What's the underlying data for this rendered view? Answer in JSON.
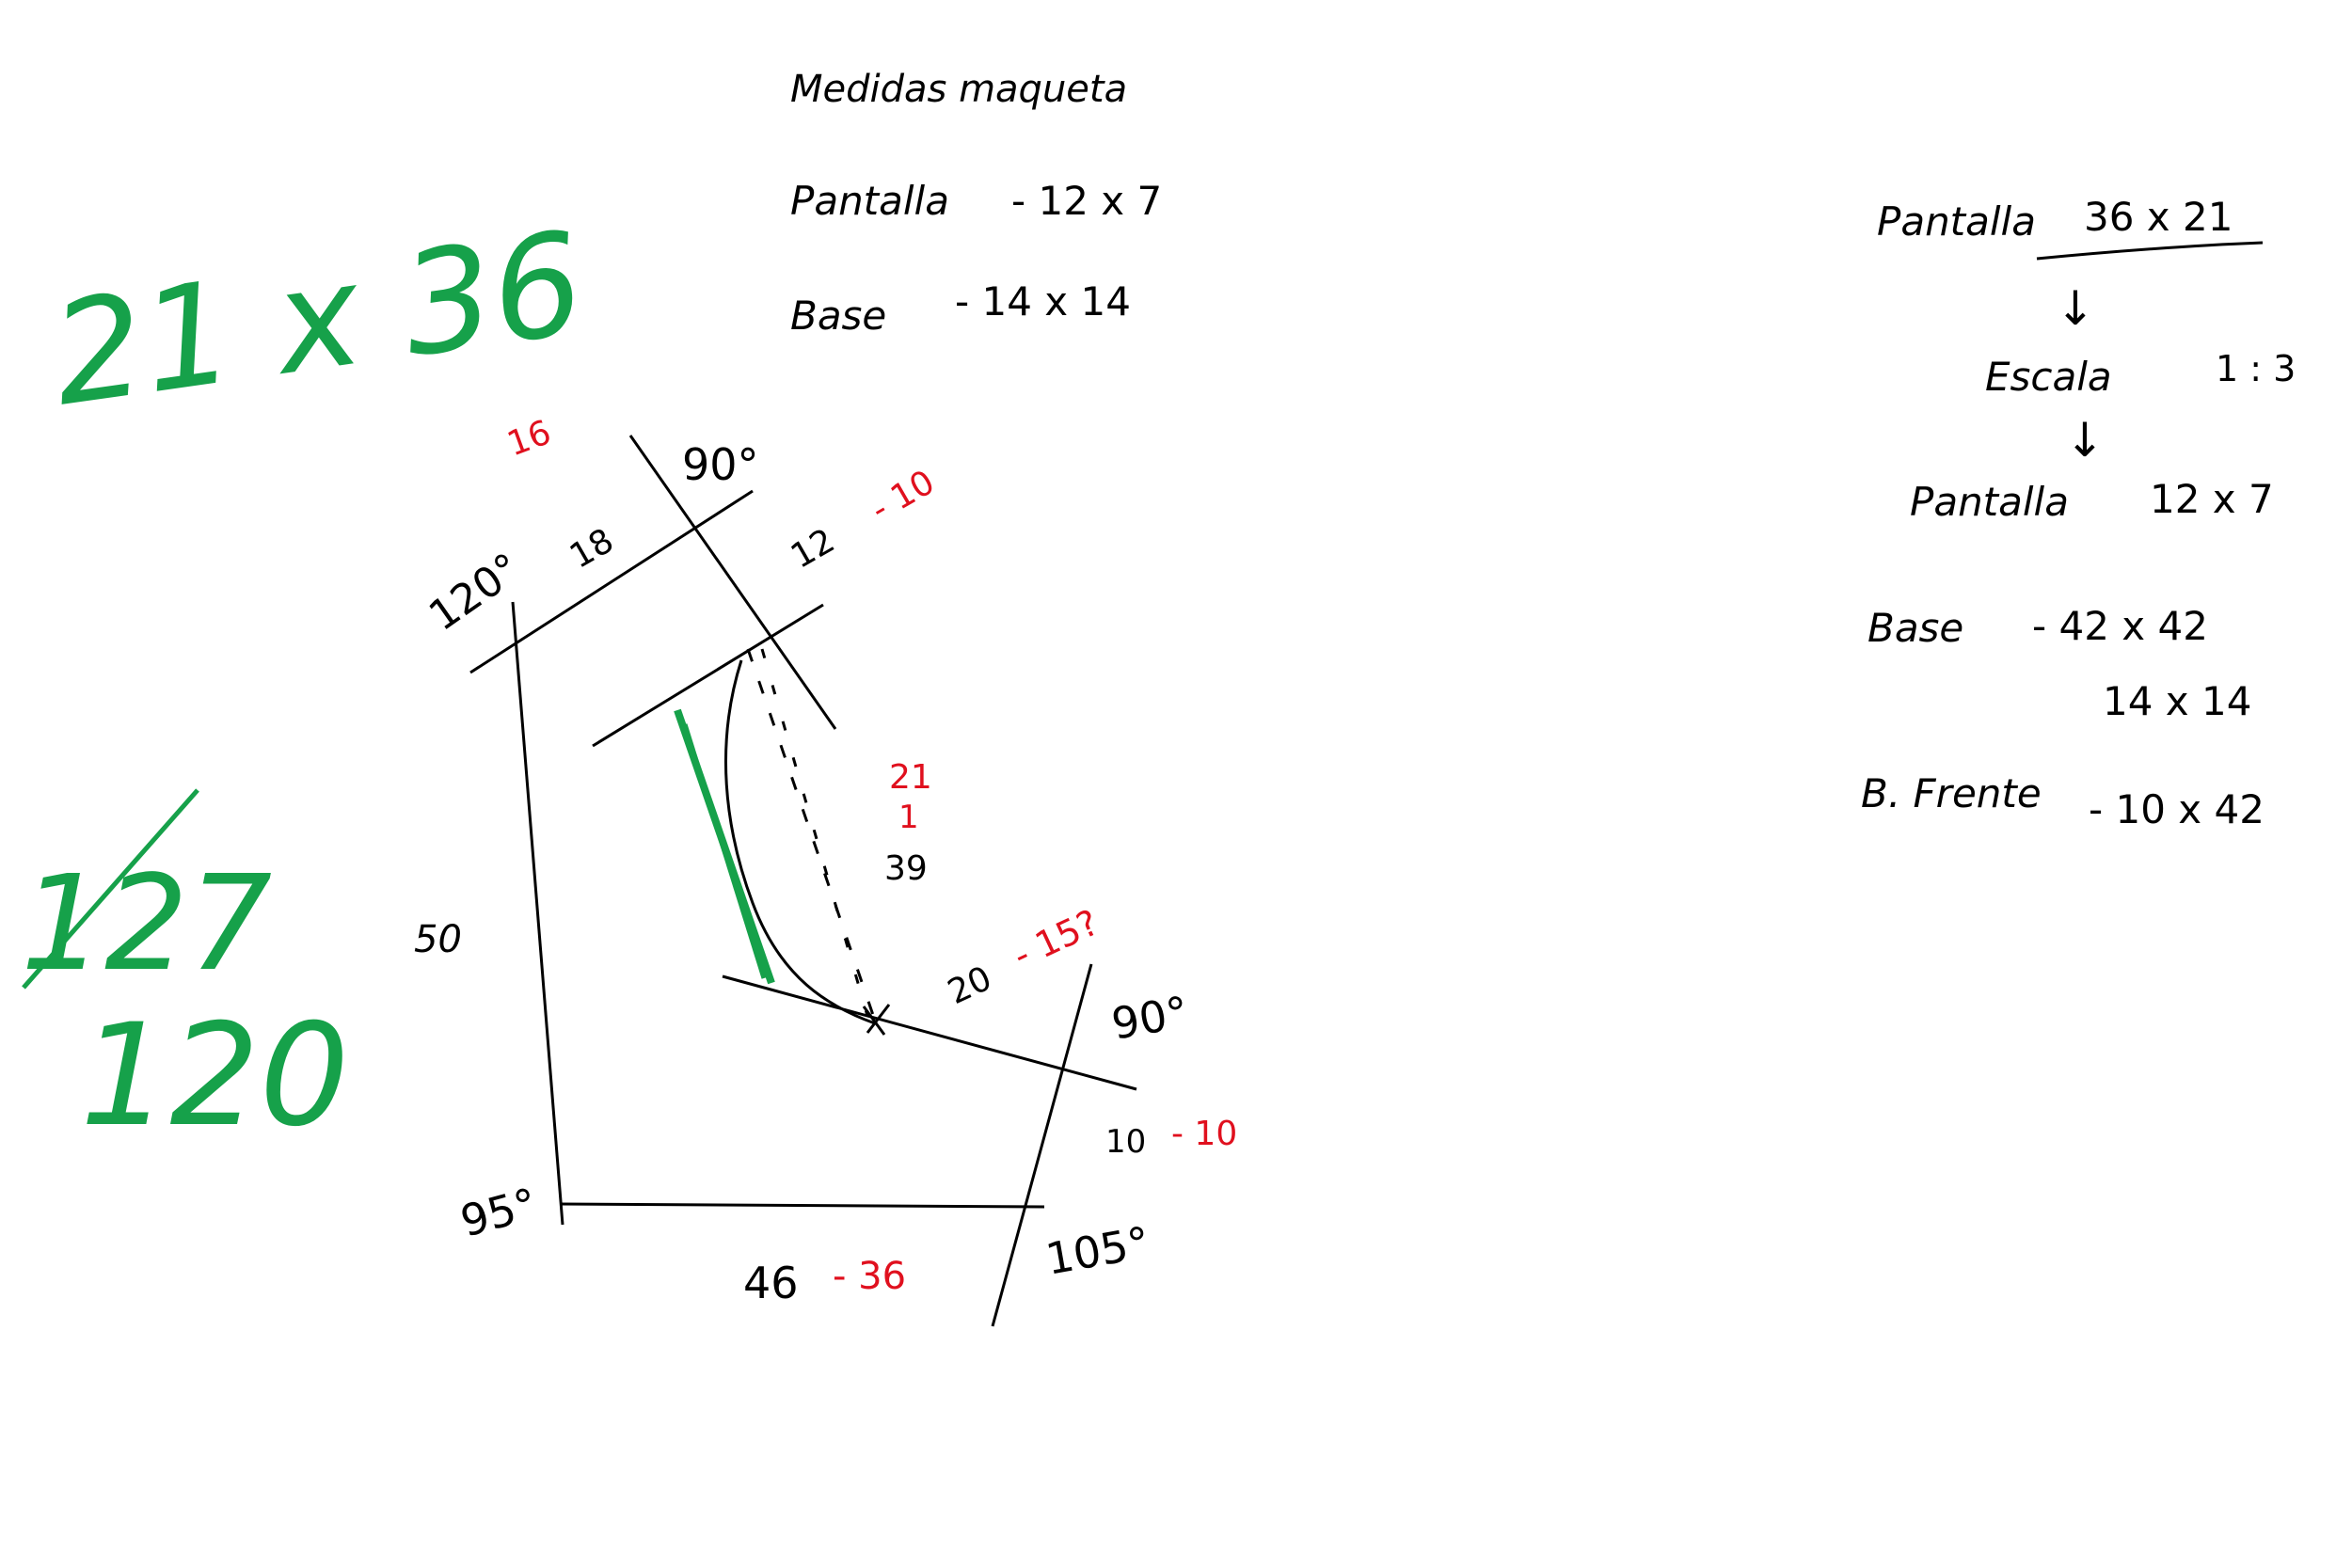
{
  "colors": {
    "ink": "#000000",
    "red_ink": "#e0101e",
    "green_ink": "#16a14a",
    "background": "#ffffff"
  },
  "notes_center": {
    "title": "Medidas maqueta",
    "pantalla_label": "Pantalla",
    "pantalla_value": "- 12 x 7",
    "base_label": "Base",
    "base_value": "- 14 x 14"
  },
  "notes_right": {
    "pantalla_label": "Pantalla",
    "pantalla_value": "36 x 21",
    "arrow1": "↓",
    "escala_label": "Escala",
    "escala_value": "1 : 3",
    "arrow2": "↓",
    "pantalla2_label": "Pantalla",
    "pantalla2_value": "12 x 7",
    "base_label": "Base",
    "base_value": "- 42 x 42",
    "base_value2": "14 x 14",
    "frente_label": "B. Frente",
    "frente_value": "- 10 x 42"
  },
  "green_notes": {
    "big_dims": "21 x 36",
    "crossed": "127",
    "number": "120"
  },
  "sketch": {
    "angle_top_left": "120°",
    "angle_top": "90°",
    "angle_right": "90°",
    "angle_bottom_left": "95°",
    "angle_bottom_right": "105°",
    "seg_top_left": "18",
    "seg_top_left_red": "16",
    "seg_top": "12",
    "seg_top_red": "- 10",
    "seg_middle_red_top": "21",
    "seg_middle_red_mid": "1",
    "seg_middle": "39",
    "seg_lower": "20",
    "seg_lower_red": "- 15?",
    "seg_right": "10",
    "seg_right_red": "- 10",
    "seg_bottom": "46",
    "seg_bottom_red": "- 36",
    "seg_left": "50"
  }
}
